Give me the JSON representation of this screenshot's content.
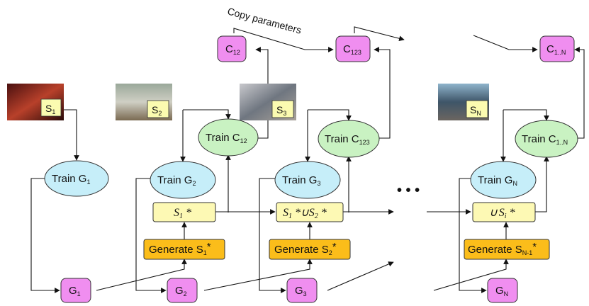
{
  "copy_label": "Copy parameters",
  "ellipsis": "• • •",
  "scenes": [
    {
      "letter": "S",
      "sub": "1"
    },
    {
      "letter": "S",
      "sub": "2"
    },
    {
      "letter": "S",
      "sub": "3"
    },
    {
      "letter": "S",
      "sub": "N"
    }
  ],
  "train_g": [
    {
      "text": "Train G",
      "sub": "1"
    },
    {
      "text": "Train G",
      "sub": "2"
    },
    {
      "text": "Train G",
      "sub": "3"
    },
    {
      "text": "Train G",
      "sub": "N"
    }
  ],
  "train_c": [
    {
      "text": "Train C",
      "sub": "12"
    },
    {
      "text": "Train C",
      "sub": "123"
    },
    {
      "text": "Train C",
      "sub": "1..N"
    }
  ],
  "classifiers": [
    {
      "letter": "C",
      "sub": "12"
    },
    {
      "letter": "C",
      "sub": "123"
    },
    {
      "letter": "C",
      "sub": "1..N"
    }
  ],
  "generators": [
    {
      "letter": "G",
      "sub": "1"
    },
    {
      "letter": "G",
      "sub": "2"
    },
    {
      "letter": "G",
      "sub": "3"
    },
    {
      "letter": "G",
      "sub": "N"
    }
  ],
  "generate": [
    {
      "text": "Generate S",
      "sub": "1",
      "suffix": "*"
    },
    {
      "text": "Generate S",
      "sub": "2",
      "suffix": "*"
    },
    {
      "text": "Generate S",
      "sub": "N-1",
      "suffix": "*"
    }
  ],
  "unions": [
    {
      "a": "S",
      "a_sub": "1",
      "a_suf": " *",
      "op": "",
      "b": "",
      "b_sub": "",
      "b_suf": ""
    },
    {
      "a": "S",
      "a_sub": "1",
      "a_suf": " *",
      "op": "∪",
      "b": "S",
      "b_sub": "2",
      "b_suf": " *"
    },
    {
      "a": "",
      "a_sub": "",
      "a_suf": "",
      "op": "∪",
      "b": "S",
      "b_sub": "i",
      "b_suf": " *"
    }
  ],
  "colors": {
    "pink_box": "#f08ef0",
    "train_g_fill": "#c6eef9",
    "train_c_fill": "#c9f2c2",
    "union_fill": "#fdf9b4",
    "generate_fill": "#fbbd1a"
  }
}
